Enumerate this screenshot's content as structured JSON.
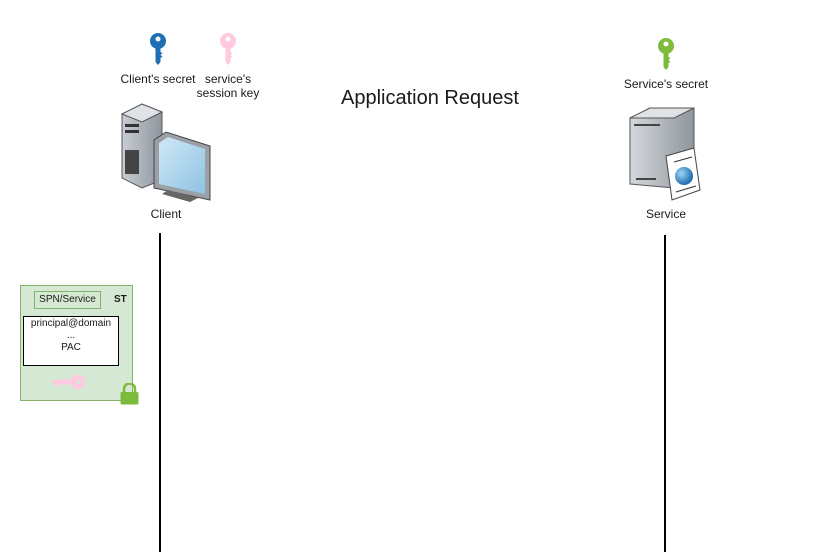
{
  "diagram": {
    "title": "Application Request",
    "keys": [
      {
        "label": "Client's secret",
        "color": "#1f6fb5",
        "icon": "key-icon"
      },
      {
        "label": "service's session key",
        "label_lines": [
          "service's",
          "session key"
        ],
        "color": "#ffc9e0",
        "icon": "key-icon"
      },
      {
        "label": "Service's secret",
        "color": "#7dbb3c",
        "icon": "key-icon"
      }
    ],
    "actors": [
      {
        "label": "Client",
        "icon": "desktop-computer-icon"
      },
      {
        "label": "Service",
        "icon": "web-server-icon"
      }
    ],
    "ticket": {
      "type_label": "ST",
      "spn": "SPN/Service",
      "content_lines": [
        "principal@domain",
        "...",
        "PAC"
      ],
      "key_color": "#ffc9e0",
      "lock_color": "#7dbb3c",
      "fill": "#d5e8d4",
      "stroke": "#82b366"
    }
  }
}
